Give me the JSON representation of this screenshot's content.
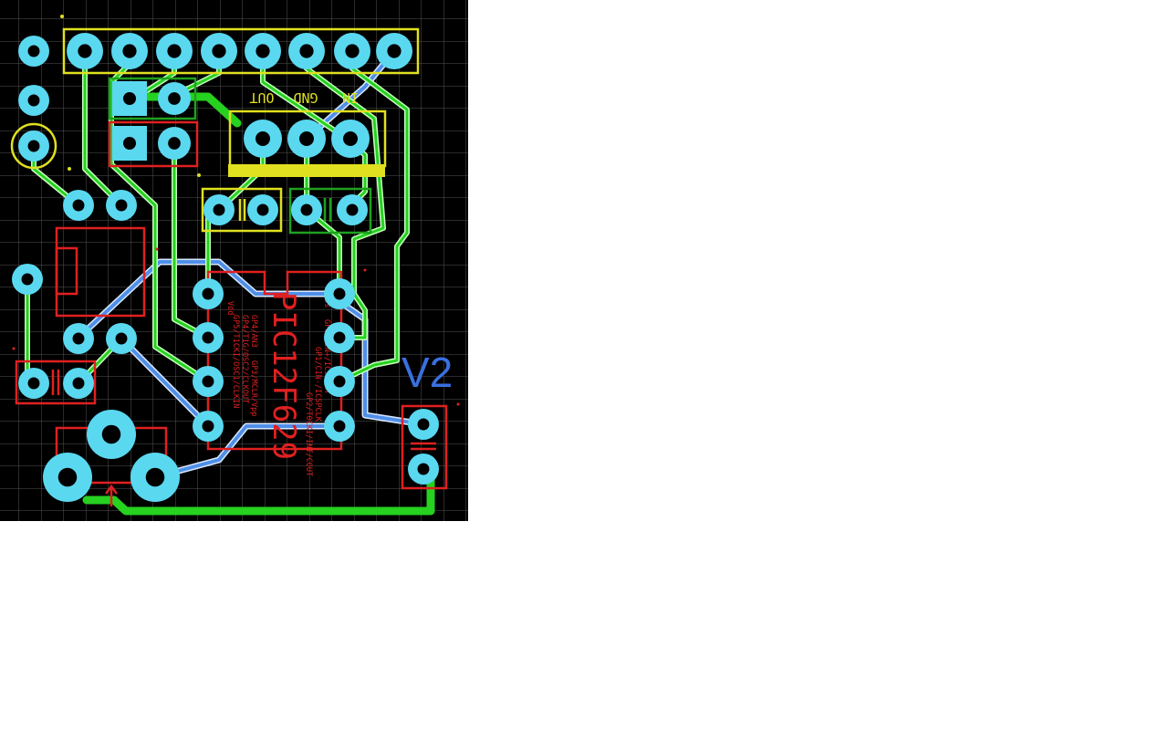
{
  "board": {
    "version_label": "V2",
    "chip_label": "PIC12F629",
    "header_labels": {
      "out": "OUT",
      "gnd": "GND",
      "in": "IN"
    },
    "pin_labels_left": [
      "Vdd",
      "GP5/T1CKI/OSC1/CLKIN",
      "GP4/T1G/OSC2/CLKOUT",
      "GP3/MCLR/Vpp"
    ],
    "pin_labels_right": [
      "Vss",
      "GP0/CIN+/ICSPDAT",
      "GP1/CIN-/ICSPCLK",
      "GP2/T0CKI/INT/COUT"
    ],
    "pin_labels_center": [
      "GP4/AN3",
      "Vss"
    ],
    "colors": {
      "background": "#000000",
      "grid": "#5a5a5a",
      "pad": "#5ad8f0",
      "drill": "#000000",
      "top_trace": "#26d11f",
      "top_trace_outline": "#c8ffc0",
      "bottom_trace": "#4f8fe8",
      "bottom_trace_outline": "#d8e8ff",
      "silk_red": "#e02020",
      "silk_yellow": "#e0e020",
      "silk_green": "#1fa01f",
      "version_text": "#3a6fe0"
    }
  }
}
